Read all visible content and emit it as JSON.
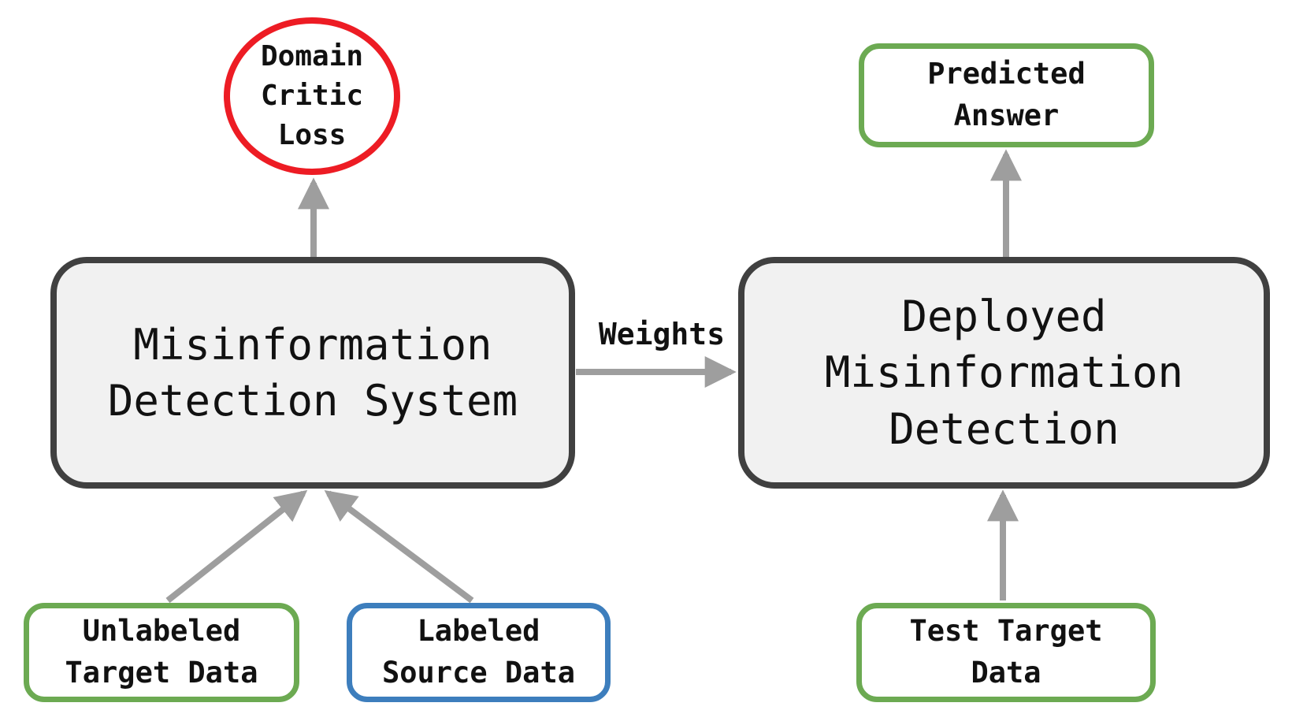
{
  "colors": {
    "red": "#ed1c24",
    "green": "#6caa52",
    "blue": "#3d7ebd",
    "dark_border": "#404040",
    "box_fill": "#f1f1f1",
    "arrow_gray": "#9e9e9e",
    "text": "#111111"
  },
  "nodes": {
    "domain_critic_loss": {
      "label": "Domain\nCritic\nLoss"
    },
    "misinformation_system": {
      "label": "Misinformation\nDetection System"
    },
    "deployed_misinformation": {
      "label": "Deployed\nMisinformation\nDetection"
    },
    "predicted_answer": {
      "label": "Predicted\nAnswer"
    },
    "unlabeled_target_data": {
      "label": "Unlabeled\nTarget Data"
    },
    "labeled_source_data": {
      "label": "Labeled\nSource Data"
    },
    "test_target_data": {
      "label": "Test Target\nData"
    }
  },
  "edges": {
    "weights_label": "Weights"
  }
}
